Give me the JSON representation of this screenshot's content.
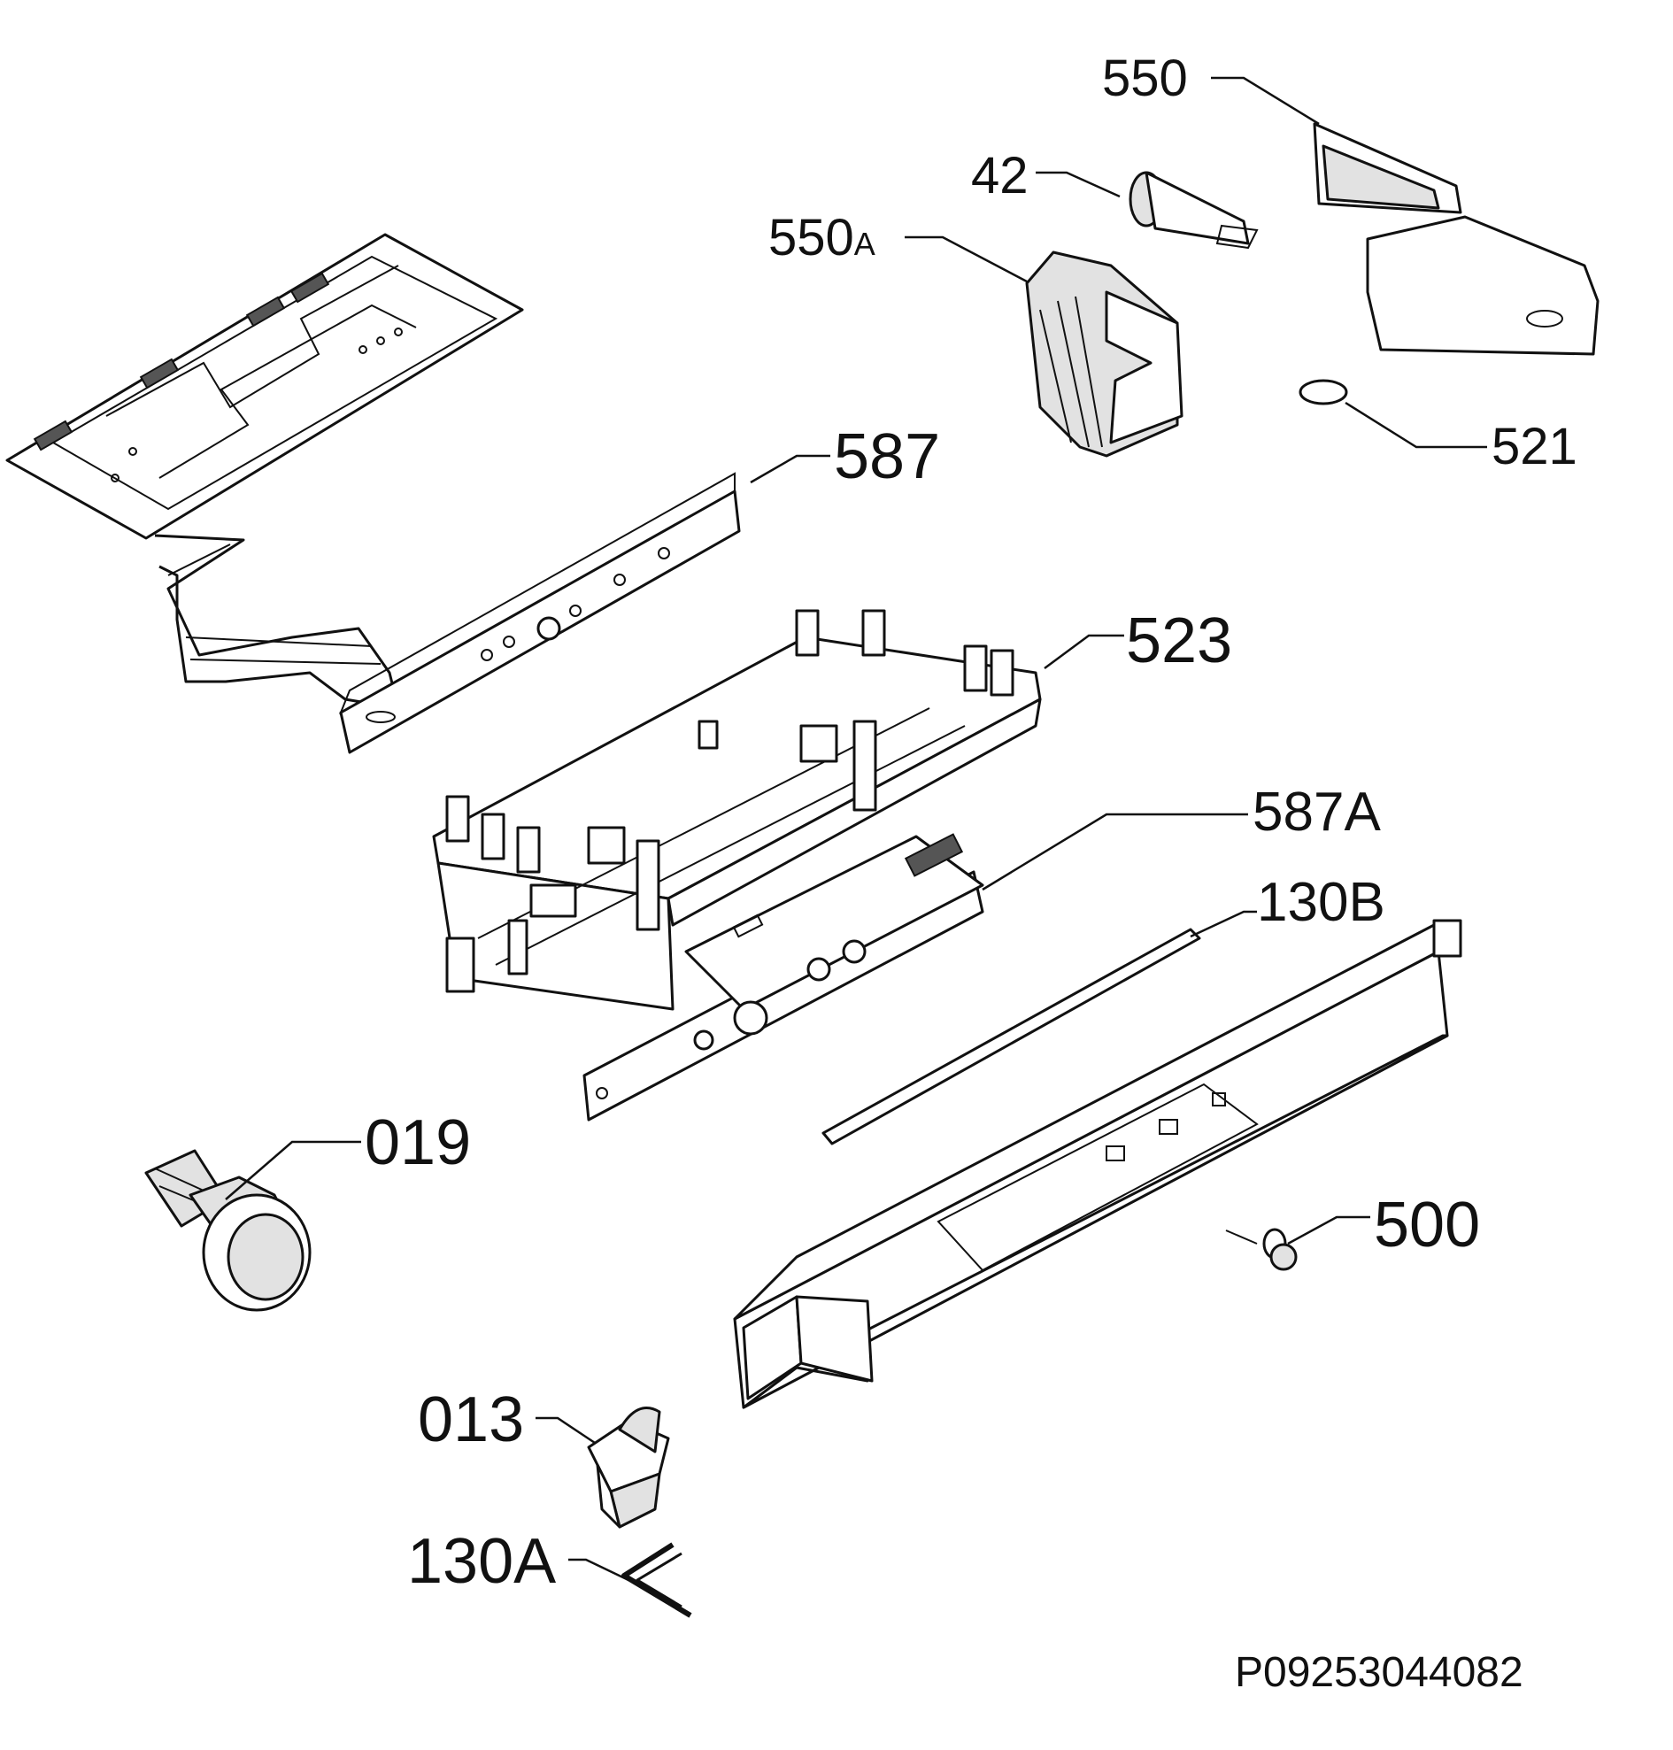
{
  "callouts": {
    "c550": "550",
    "c42": "42",
    "c550a": "550",
    "c550a_suffix": "A",
    "c521": "521",
    "c587": "587",
    "c523": "523",
    "c587a": "587A",
    "c130b": "130B",
    "c019": "019",
    "c500": "500",
    "c013": "013",
    "c130a": "130A"
  },
  "drawing_number": "P09253044082"
}
